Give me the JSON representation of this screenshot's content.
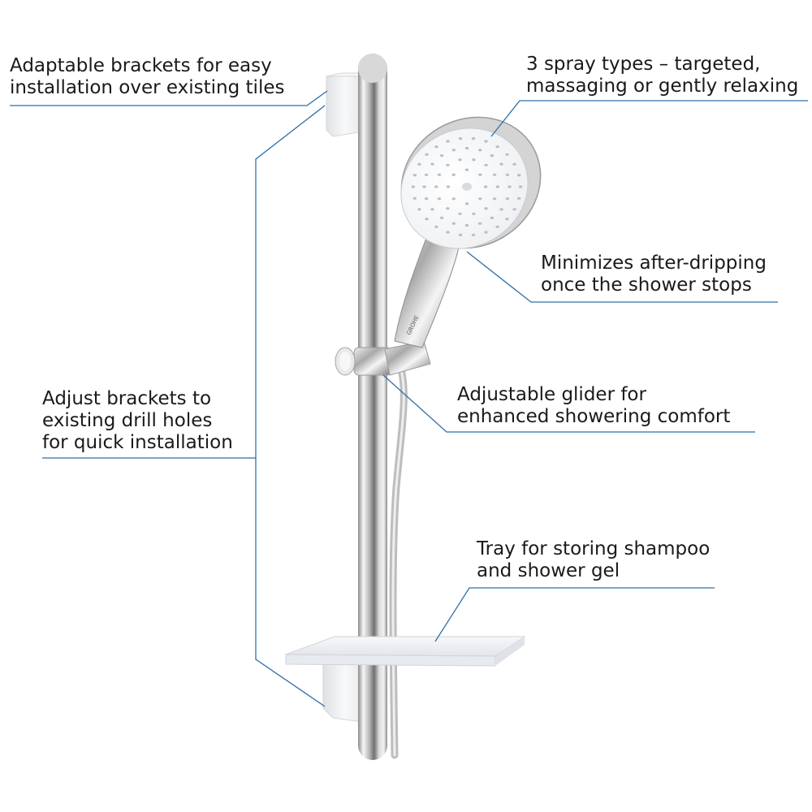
{
  "colors": {
    "leader_line": "#2f6fa8",
    "text": "#1a1a1a",
    "chrome_light": "#f4f4f4",
    "chrome_dark": "#7d7d7d",
    "bracket_white": "#f1f2f3",
    "tray_frosted": "#eceef1"
  },
  "callouts": {
    "brackets_top": {
      "lines": [
        "Adaptable brackets for easy",
        "installation over existing tiles"
      ]
    },
    "spray": {
      "lines": [
        "3 spray types – targeted,",
        "massaging or gently relaxing"
      ]
    },
    "drip": {
      "lines": [
        "Minimizes after-dripping",
        "once the shower stops"
      ]
    },
    "glider": {
      "lines": [
        "Adjustable glider for",
        "enhanced showering comfort"
      ]
    },
    "drill": {
      "lines": [
        "Adjust brackets to",
        "existing drill holes",
        "for quick installation"
      ]
    },
    "tray": {
      "lines": [
        "Tray for storing shampoo",
        "and shower gel"
      ]
    }
  },
  "product": {
    "logo_text": "GROHE"
  }
}
